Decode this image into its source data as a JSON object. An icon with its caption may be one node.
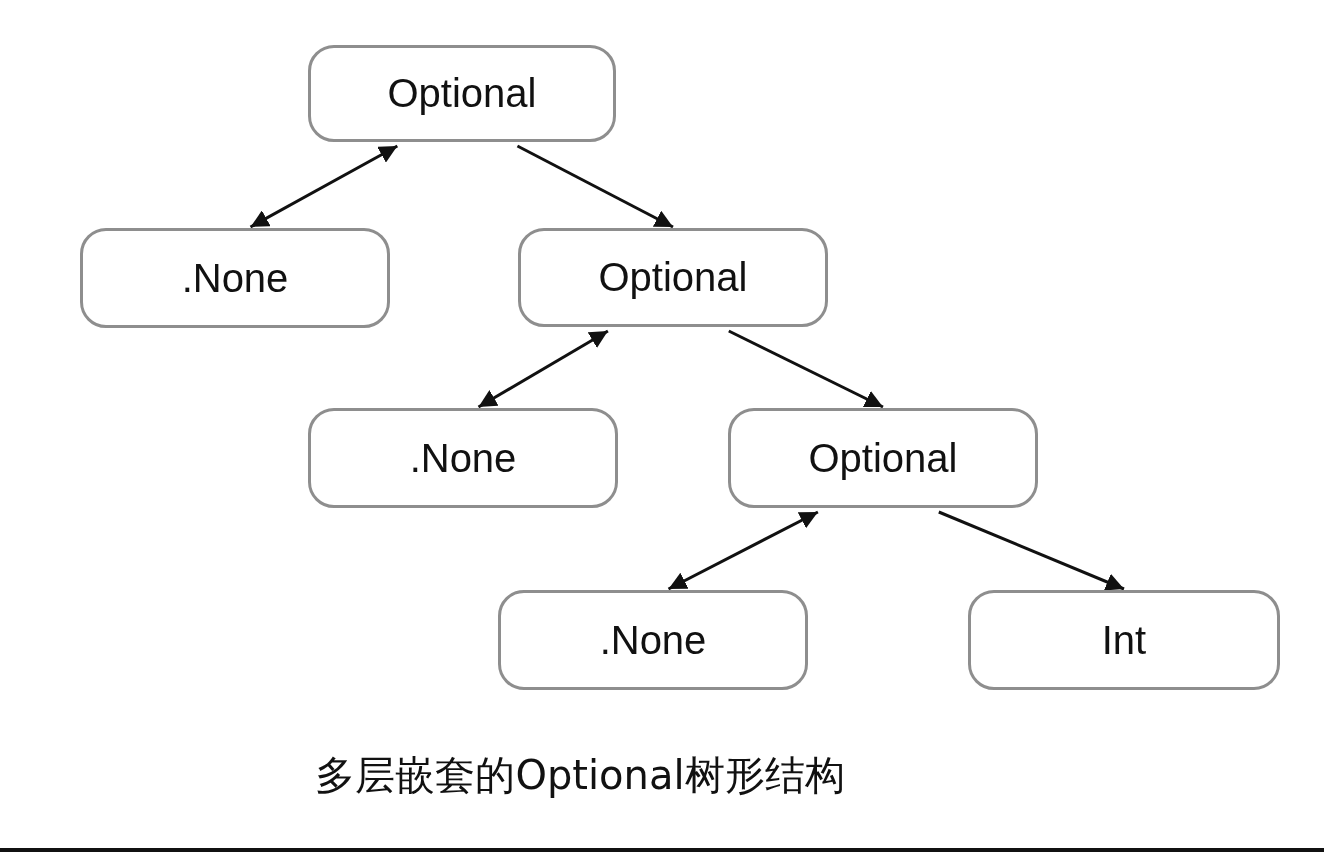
{
  "diagram": {
    "caption": "多层嵌套的Optional树形结构",
    "nodes": [
      {
        "text": [
          "Optional"
        ]
      },
      {
        "text": [
          ".None"
        ]
      },
      {
        "text": [
          "Optional"
        ]
      },
      {
        "text": [
          ".None"
        ]
      },
      {
        "text": [
          "Optional"
        ]
      },
      {
        "text": [
          ".None"
        ]
      },
      {
        "text": [
          "Int"
        ]
      }
    ],
    "edges": [
      {
        "from": 0,
        "to": 1,
        "arrow": "both"
      },
      {
        "from": 0,
        "to": 2,
        "arrow": "to"
      },
      {
        "from": 2,
        "to": 3,
        "arrow": "both"
      },
      {
        "from": 2,
        "to": 4,
        "arrow": "to"
      },
      {
        "from": 4,
        "to": 5,
        "arrow": "both"
      },
      {
        "from": 4,
        "to": 6,
        "arrow": "to"
      }
    ]
  }
}
